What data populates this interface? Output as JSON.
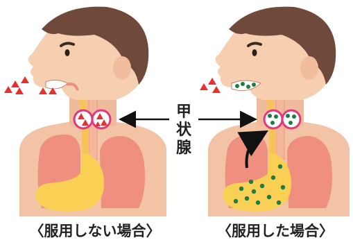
{
  "captions": {
    "left": "〈服用しない場合〉",
    "right": "〈服用した場合〉"
  },
  "center_label": {
    "char_1": "甲",
    "char_2": "状",
    "char_3": "腺"
  },
  "colors": {
    "skin": "#f6cfb1",
    "hair": "#6f4a3a",
    "body_skin": "#f3c3a6",
    "lung": "#ef8f7f",
    "stomach": "#f9cf54",
    "esophagus": "#f7c45a",
    "radioactive_iodine": "#e8302e",
    "stable_iodine": "#1f7a44",
    "thyroid_ring": "#e0397c",
    "arrow": "#111111"
  },
  "icons": {
    "radioactive_particle": "red-triangle-icon",
    "stable_particle": "green-dot-icon",
    "thyroid_marker": "magenta-ring-icon",
    "absorption_arrow": "curved-arrow-icon"
  }
}
